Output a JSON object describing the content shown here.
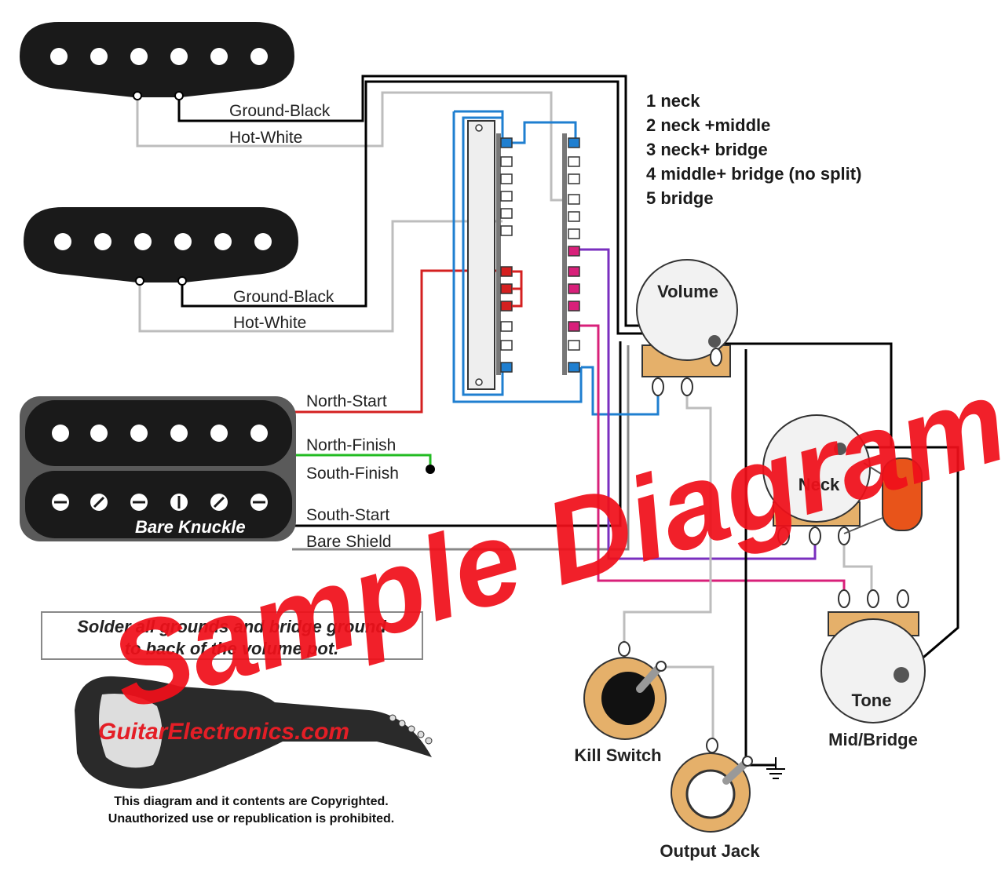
{
  "pickups": {
    "neck": {
      "ground_label": "Ground-Black",
      "hot_label": "Hot-White"
    },
    "middle": {
      "ground_label": "Ground-Black",
      "hot_label": "Hot-White"
    },
    "humbucker": {
      "brand": "Bare Knuckle",
      "north_start": "North-Start",
      "north_finish": "North-Finish",
      "south_finish": "South-Finish",
      "south_start": "South-Start",
      "bare_shield": "Bare Shield"
    }
  },
  "legend": {
    "items": [
      "1 neck",
      "2 neck +middle",
      "3 neck+ bridge",
      "4 middle+ bridge (no split)",
      "5 bridge"
    ]
  },
  "components": {
    "volume": "Volume",
    "neck_tone": "Neck",
    "tone": "Tone",
    "tone_sub": "Mid/Bridge",
    "kill_switch": "Kill Switch",
    "output_jack": "Output Jack"
  },
  "note": {
    "line1": "Solder all grounds and bridge ground",
    "line2": "to back of the volume pot."
  },
  "logo": {
    "text": "GuitarElectronics.com",
    "copyright1": "This diagram and it contents are Copyrighted.",
    "copyright2": "Unauthorized use or republication is prohibited."
  },
  "watermark": "Sample Diagram",
  "colors": {
    "pickup": "#1a1a1a",
    "wire_black": "#000000",
    "wire_white": "#bdbdbd",
    "wire_blue": "#1f7fd0",
    "wire_red": "#d42020",
    "wire_green": "#22bb22",
    "wire_purple": "#7a2fbf",
    "wire_magenta": "#d8207a",
    "pot_body": "#f2f2f2",
    "lug": "#e5b06a",
    "capacitor": "#e8541a",
    "watermark": "#f0101a",
    "brand": "#e41e26"
  }
}
